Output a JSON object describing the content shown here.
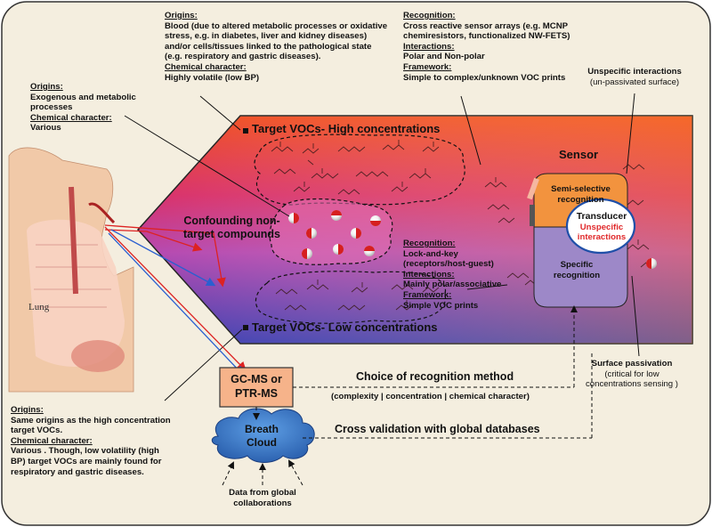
{
  "colors": {
    "panel_bg": "#f4eedf",
    "gradient_top": "#e63a2a",
    "gradient_mid": "#b84a9a",
    "gradient_bottom": "#4b3aa8",
    "orange_box": "#f39a4a",
    "purple_box": "#9d88c8",
    "cloud_blue": "#3b78c8",
    "red_text": "#e0282a"
  },
  "origins_blood": {
    "heading": "Origins:",
    "lines": [
      "Blood (due to altered metabolic processes or oxidative",
      "stress, e.g. in diabetes, liver and kidney diseases)",
      "and/or cells/tissues linked to the pathological state",
      "(e.g. respiratory and gastric diseases)."
    ],
    "chem_heading": "Chemical character:",
    "chem_value": "Highly volatile (low BP)"
  },
  "origins_exogenous": {
    "heading": "Origins:",
    "lines": [
      "Exogenous and metabolic",
      "processes"
    ],
    "chem_heading": "Chemical character:",
    "chem_value": "Various"
  },
  "recognition_top": {
    "heading": "Recognition:",
    "lines": [
      "Cross reactive sensor arrays (e.g. MCNP",
      "chemiresistors, functionalized NW-FETS)"
    ],
    "interactions_heading": "Interactions:",
    "interactions_value": "Polar and Non-polar",
    "framework_heading": "Framework:",
    "framework_value": "Simple to complex/unknown VOC prints"
  },
  "unspecific": {
    "title": "Unspecific interactions",
    "subtitle": "(un-passivated surface)"
  },
  "target_high": "Target VOCs- High concentrations",
  "target_low": "Target VOCs-  Low concentrations",
  "confounding": [
    "Confounding non-",
    "target compounds"
  ],
  "sensor": {
    "title": "Sensor",
    "semi": [
      "Semi-selective",
      "recognition"
    ],
    "transducer": "Transducer",
    "unspecific": [
      "Unspecific",
      "interactions"
    ],
    "specific": [
      "Specific",
      "recognition"
    ]
  },
  "recognition_mid": {
    "heading": "Recognition:",
    "lines": [
      "Lock-and-key",
      "(receptors/host-guest)"
    ],
    "interactions_heading": "Interactions:",
    "interactions_value": "Mainly polar/associative",
    "framework_heading": "Framework:",
    "framework_value": "Simple VOC prints"
  },
  "lung_label": "Lung",
  "gcms": [
    "GC-MS or",
    "PTR-MS"
  ],
  "choice": {
    "title": "Choice of recognition method",
    "subtitle": "(complexity | concentration | chemical character)"
  },
  "cross_validation": "Cross validation with global databases",
  "breath_cloud": [
    "Breath",
    "Cloud"
  ],
  "global_data": [
    "Data from global",
    "collaborations"
  ],
  "surface": {
    "title": "Surface passivation",
    "lines": [
      "(critical for low",
      "concentrations sensing )"
    ]
  },
  "origins_low": {
    "heading": "Origins:",
    "lines": [
      "Same origins as the high concentration",
      "target VOCs."
    ],
    "chem_heading": "Chemical character:",
    "chem_lines": [
      "Various . Though, low volatility (high",
      "BP) target VOCs are mainly found for",
      "respiratory and gastric diseases."
    ]
  }
}
